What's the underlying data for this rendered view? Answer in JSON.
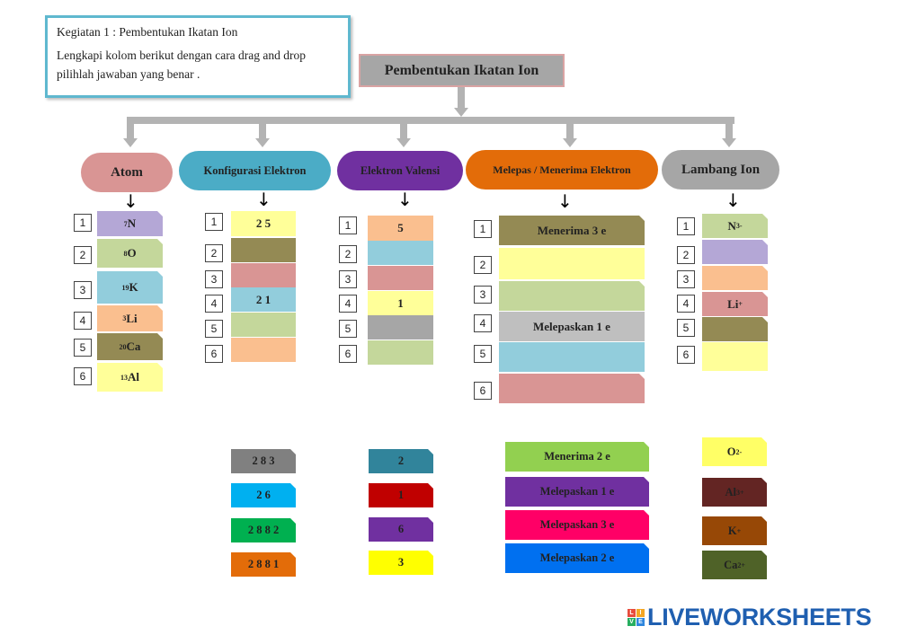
{
  "instructions": {
    "line1": "Kegiatan 1 : Pembentukan Ikatan Ion",
    "line2": "Lengkapi kolom berikut dengan  cara drag  and drop",
    "line3": "pilihlah jawaban yang  benar ."
  },
  "title": "Pembentukan Ikatan Ion",
  "headers": {
    "atom": "Atom",
    "konfigurasi": "Konfigurasi Elektron",
    "valensi": "Elektron Valensi",
    "melepas": "Melepas / Menerima Elektron",
    "lambang": "Lambang Ion"
  },
  "row_numbers": [
    "1",
    "2",
    "3",
    "4",
    "5",
    "6"
  ],
  "atoms": [
    {
      "sub": "7",
      "sym": "N"
    },
    {
      "sub": "8",
      "sym": "O"
    },
    {
      "sub": "19",
      "sym": "K"
    },
    {
      "sub": "3",
      "sym": "Li"
    },
    {
      "sub": "20",
      "sym": "Ca"
    },
    {
      "sub": "13",
      "sym": "Al"
    }
  ],
  "konfigurasi": [
    "2 5",
    "",
    "",
    "2 1",
    "",
    ""
  ],
  "valensi": [
    "5",
    "",
    "",
    "1",
    "",
    ""
  ],
  "melepas": [
    "Menerima 3 e",
    "",
    "",
    "Melepaskan 1 e",
    "",
    ""
  ],
  "lambang": [
    {
      "sym": "N",
      "sup": "3-"
    },
    {
      "sym": "",
      "sup": ""
    },
    {
      "sym": "",
      "sup": ""
    },
    {
      "sym": "Li",
      "sup": "+"
    },
    {
      "sym": "",
      "sup": ""
    },
    {
      "sym": "",
      "sup": ""
    }
  ],
  "drag_konfigurasi": [
    "2 8 3",
    "2 6",
    "2 8 8 2",
    "2 8 8 1"
  ],
  "drag_valensi": [
    "2",
    "1",
    "6",
    "3"
  ],
  "drag_melepas": [
    "Menerima 2 e",
    "Melepaskan 1 e",
    "Melepaskan 3 e",
    "Melepaskan 2 e"
  ],
  "drag_lambang": [
    {
      "sym": "O",
      "sup": "2-"
    },
    {
      "sym": "Al",
      "sup": "3+"
    },
    {
      "sym": "K",
      "sup": "+"
    },
    {
      "sym": "Ca",
      "sup": "2+"
    }
  ],
  "colors": {
    "atom_header": "#d99594",
    "konfig_header": "#4bacc6",
    "valensi_header": "#7030a0",
    "melepas_header": "#e36c09",
    "lambang_header": "#a6a6a6"
  },
  "logo": {
    "text": "LIVEWORKSHEETS",
    "letters": [
      "L",
      "I",
      "V",
      "E"
    ]
  }
}
